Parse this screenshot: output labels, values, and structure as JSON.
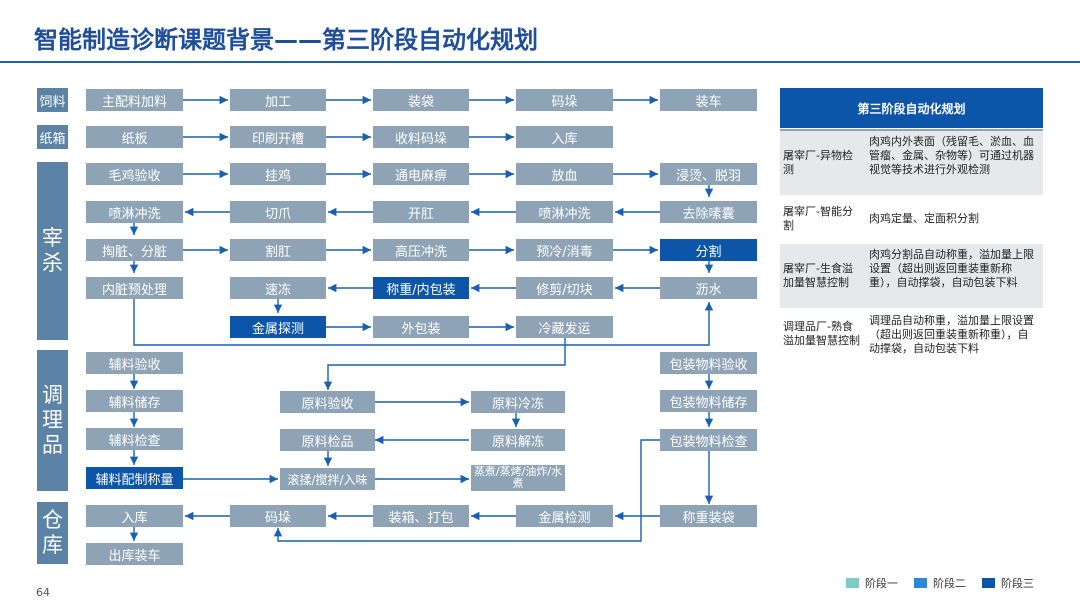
{
  "title": "智能制造诊断课题背景——第三阶段自动化规划",
  "categories": {
    "feed": "饲料",
    "carton": "纸箱",
    "slaughter": "宰\n杀",
    "conditioning": "调\n理\n品",
    "warehouse": "仓\n库"
  },
  "nodes": {
    "main_feed": "主配料加料",
    "process": "加工",
    "bagging": "装袋",
    "stack_feed": "码垛",
    "truck_load": "装车",
    "paperboard": "纸板",
    "print_slot": "印刷开槽",
    "collect_stack": "收料码垛",
    "carton_store": "入库",
    "chicken_receive": "毛鸡验收",
    "hang": "挂鸡",
    "stun": "通电麻痹",
    "bleed": "放血",
    "scald": "浸烫、脱羽",
    "spray_wash_1": "喷淋冲洗",
    "claw_cut": "切爪",
    "open_anus": "开肛",
    "spray_wash_2": "喷淋冲洗",
    "crop_remove": "去除嗉囊",
    "evisc": "掏脏、分脏",
    "anus_cut": "割肛",
    "hp_wash": "高压冲洗",
    "prechill": "预冷/消毒",
    "segment": "分割",
    "offal": "内脏预处理",
    "quick_freeze": "速冻",
    "weigh_pack": "称重/内包装",
    "trim_dice": "修剪/切块",
    "drain": "沥水",
    "metal_detect": "金属探测",
    "outer_pack": "外包装",
    "cold_ship": "冷藏发运",
    "aux_receive": "辅料验收",
    "aux_store": "辅料储存",
    "aux_check": "辅料检查",
    "aux_weigh": "辅料配制称量",
    "raw_receive": "原料验收",
    "raw_freeze": "原料冷冻",
    "raw_check": "原料检品",
    "raw_thaw": "原料解冻",
    "tumble": "滚揉/搅拌/入味",
    "cook": "蒸煮/蒸烤/油炸/水煮",
    "pkg_receive": "包装物料验收",
    "pkg_store": "包装物料储存",
    "pkg_check": "包装物料检查",
    "wh_in": "入库",
    "wh_stack": "码垛",
    "wh_box": "装箱、打包",
    "wh_metal": "金属检测",
    "wh_weigh": "称重装袋",
    "wh_out": "出库装车"
  },
  "table": {
    "header": "第三阶段自动化规划",
    "rows": [
      {
        "name": "屠宰厂-异物检测",
        "desc": "肉鸡内外表面（残留毛、淤血、血管瘤、金属、杂物等）可通过机器视觉等技术进行外观检测"
      },
      {
        "name": "屠宰厂-智能分割",
        "desc": "肉鸡定量、定面积分割"
      },
      {
        "name": "屠宰厂-生食溢加量智慧控制",
        "desc": "肉鸡分割品自动称重，溢加量上限设置（超出则返回重装重新称重），自动撑袋，自动包装下料"
      },
      {
        "name": "调理品厂-熟食溢加量智慧控制",
        "desc": "调理品自动称重，溢加量上限设置（超出则返回重装重新称重），自动撑袋，自动包装下料"
      }
    ]
  },
  "legend": [
    {
      "label": "阶段一",
      "color": "#7fc9c6"
    },
    {
      "label": "阶段二",
      "color": "#2f86d3"
    },
    {
      "label": "阶段三",
      "color": "#0d55a8"
    }
  ],
  "page_number": "64"
}
